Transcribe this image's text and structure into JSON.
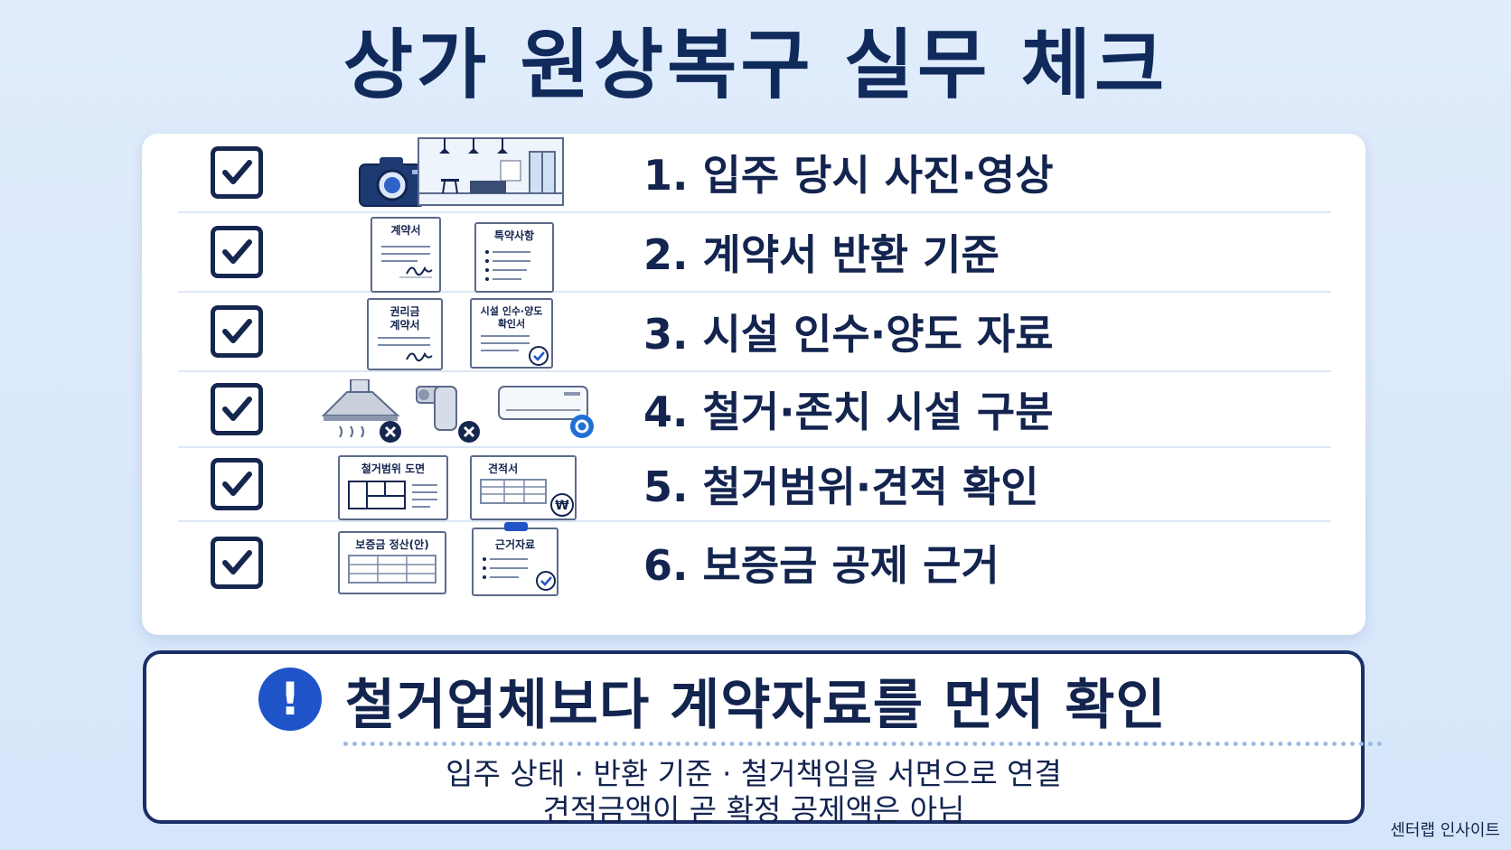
{
  "title": "상가 원상복구 실무 체크",
  "checklist": [
    {
      "label": "1. 입주 당시 사진·영상",
      "checked": true,
      "icons": [
        "camera-icon",
        "store-interior-icon"
      ]
    },
    {
      "label": "2. 계약서 반환 기준",
      "checked": true,
      "docs": [
        "계약서",
        "특약사항"
      ]
    },
    {
      "label": "3. 시설 인수·양도 자료",
      "checked": true,
      "docs": [
        "권리금\n계약서",
        "시설 인수·양도\n확인서"
      ]
    },
    {
      "label": "4. 철거·존치 시설 구분",
      "checked": true,
      "icons": [
        "range-hood-icon",
        "pipe-icon",
        "air-conditioner-icon"
      ]
    },
    {
      "label": "5. 철거범위·견적 확인",
      "checked": true,
      "docs": [
        "철거범위 도면",
        "견적서"
      ]
    },
    {
      "label": "6. 보증금 공제 근거",
      "checked": true,
      "docs": [
        "보증금 정산(안)",
        "근거자료"
      ]
    }
  ],
  "notice": {
    "icon": "exclamation-icon",
    "title": "철거업체보다 계약자료를 먼저 확인",
    "line1": "입주 상태 · 반환 기준 · 철거책임을 서면으로 연결",
    "line2": "견적금액이 곧 확정 공제액은 아님"
  },
  "watermark": "센터랩 인사이트",
  "colors": {
    "navy": "#13244f",
    "accent_blue": "#1f54c8",
    "background": "#dbe8fa",
    "remove_mark": "#15264f",
    "keep_mark": "#1f6fd6"
  }
}
